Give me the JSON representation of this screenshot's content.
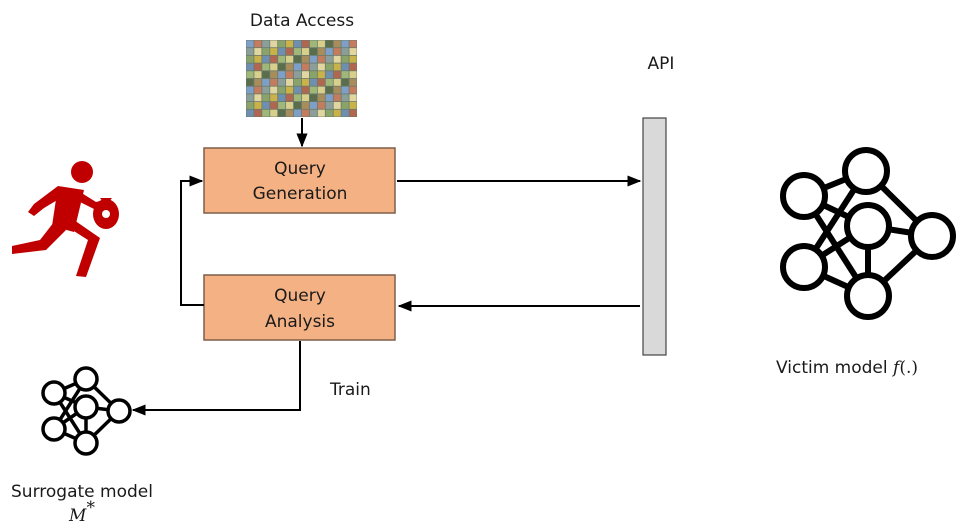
{
  "labels": {
    "data_access": "Data Access",
    "api": "API",
    "train": "Train",
    "victim_prefix": "Victim model",
    "victim_func": "f",
    "victim_args": "(.)",
    "surrogate": "Surrogate model",
    "surrogate_symbol": "M",
    "surrogate_sup": "*"
  },
  "boxes": {
    "query_generation": [
      "Query",
      "Generation"
    ],
    "query_analysis": [
      "Query",
      "Analysis"
    ]
  },
  "colors": {
    "box_fill": "#f4b183",
    "box_stroke": "#7f5f4a",
    "api_fill": "#d9d9d9",
    "thief_red": "#c00000",
    "network_stroke": "#000000"
  },
  "icons": {
    "thief": "running-thief-icon",
    "victim_network": "neural-network-icon",
    "surrogate_network": "neural-network-icon",
    "dataset": "image-grid-thumbnail"
  }
}
